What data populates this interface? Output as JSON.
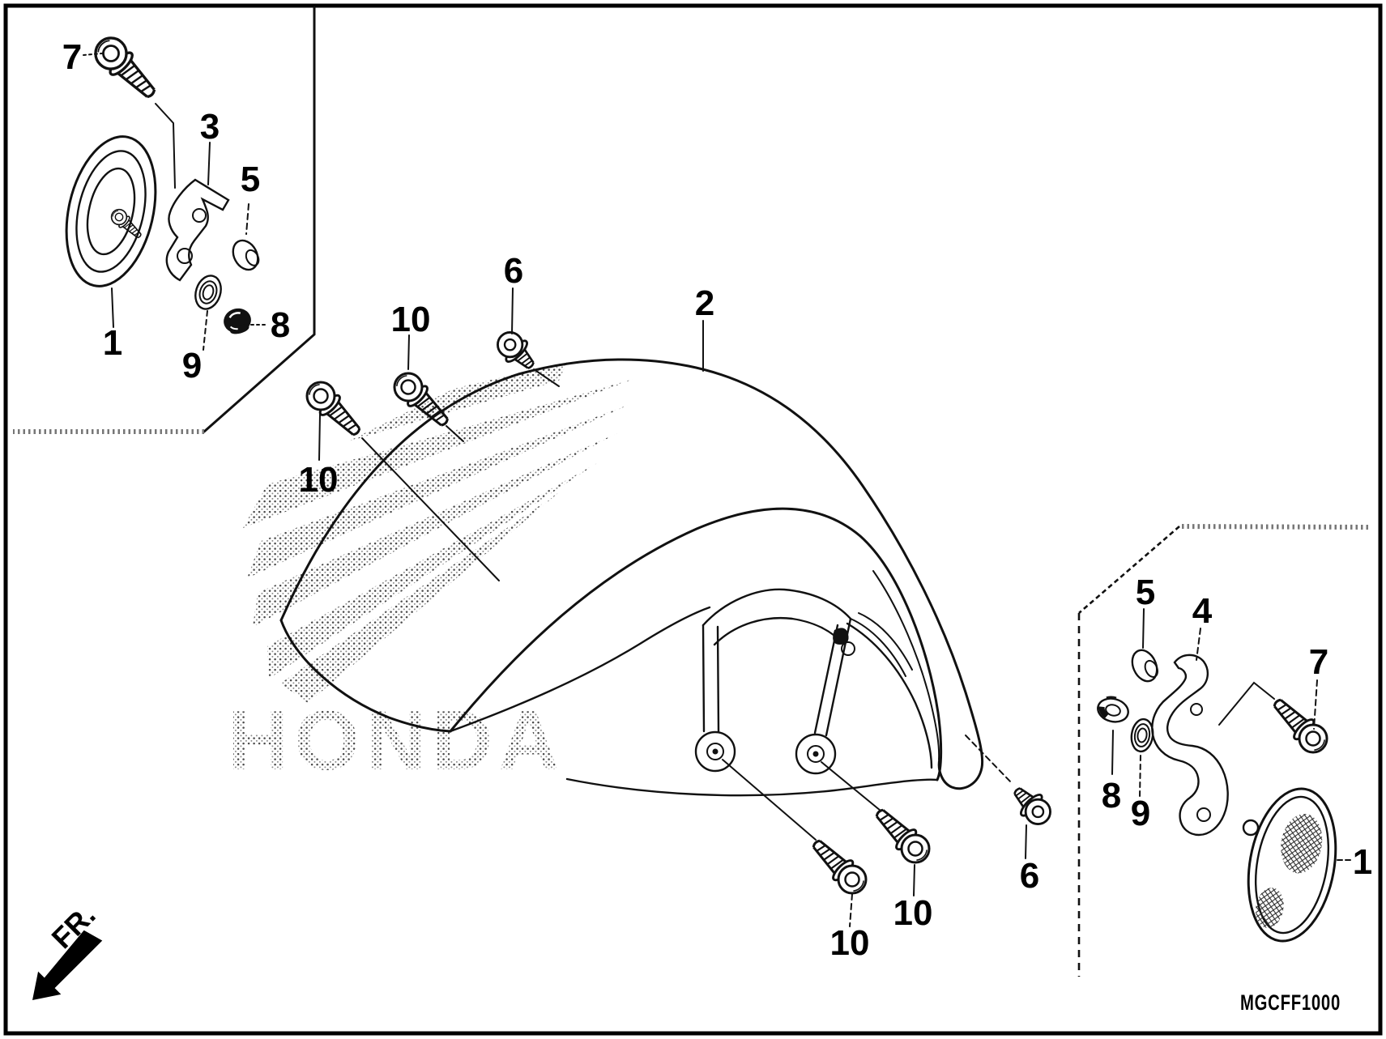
{
  "diagram": {
    "type": "exploded-parts-diagram",
    "subject": "front fender",
    "code": "MGCFF1000",
    "front_label": "FR.",
    "watermark_text": "HONDA",
    "line_color": "#111111",
    "halftone_color": "#6f6f6f",
    "callouts": [
      {
        "label": "7"
      },
      {
        "label": "3"
      },
      {
        "label": "5"
      },
      {
        "label": "1"
      },
      {
        "label": "9"
      },
      {
        "label": "8"
      },
      {
        "label": "10"
      },
      {
        "label": "10"
      },
      {
        "label": "6"
      },
      {
        "label": "2"
      },
      {
        "label": "10"
      },
      {
        "label": "10"
      },
      {
        "label": "6"
      },
      {
        "label": "5"
      },
      {
        "label": "4"
      },
      {
        "label": "7"
      },
      {
        "label": "8"
      },
      {
        "label": "9"
      },
      {
        "label": "1"
      }
    ]
  }
}
